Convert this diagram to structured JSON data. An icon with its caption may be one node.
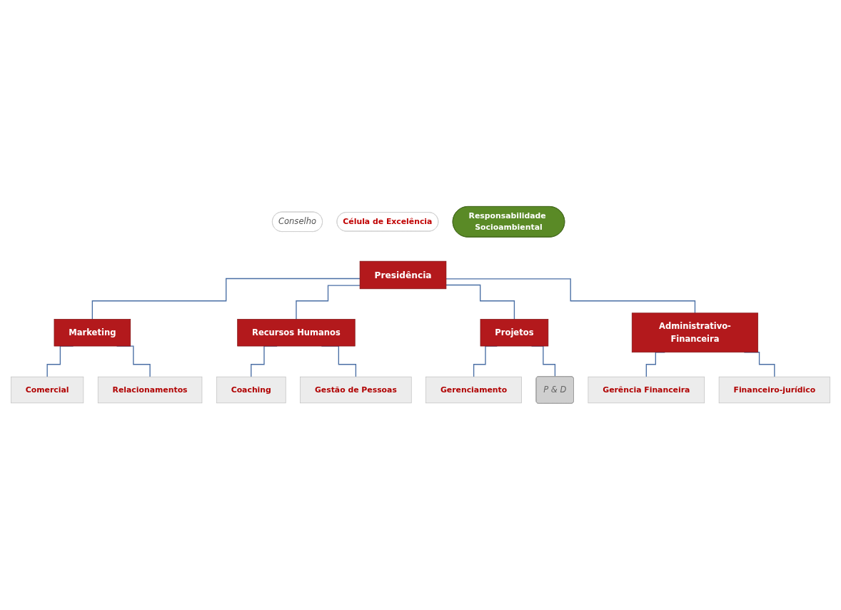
{
  "diagram": {
    "nodes": [
      {
        "text": [
          "Conselho"
        ]
      },
      {
        "text": [
          "Presidência"
        ]
      },
      {
        "text": [
          "Célula de Excelência"
        ]
      },
      {
        "text": [
          "Responsabilidade Socioambiental"
        ]
      },
      {
        "text": [
          "Marketing"
        ]
      },
      {
        "text": [
          "Recursos Humanos"
        ]
      },
      {
        "text": [
          "Projetos"
        ]
      },
      {
        "text": [
          "Administrativo-Financeira"
        ]
      },
      {
        "text": [
          "Comercial"
        ]
      },
      {
        "text": [
          "Relacionamentos"
        ]
      },
      {
        "text": [
          "Coaching"
        ]
      },
      {
        "text": [
          "Gestão de Pessoas"
        ]
      },
      {
        "text": [
          "Gerenciamento"
        ]
      },
      {
        "text": [
          "P & D"
        ]
      },
      {
        "text": [
          "Gerência Financeira"
        ]
      },
      {
        "text": [
          "Financeiro-jurídico"
        ]
      }
    ],
    "edges": [
      {
        "from": 1,
        "to": 4,
        "arrow": "none"
      },
      {
        "from": 1,
        "to": 5,
        "arrow": "none"
      },
      {
        "from": 1,
        "to": 6,
        "arrow": "none"
      },
      {
        "from": 1,
        "to": 7,
        "arrow": "none"
      },
      {
        "from": 4,
        "to": 8,
        "arrow": "none"
      },
      {
        "from": 4,
        "to": 9,
        "arrow": "none"
      },
      {
        "from": 5,
        "to": 10,
        "arrow": "none"
      },
      {
        "from": 5,
        "to": 11,
        "arrow": "none"
      },
      {
        "from": 6,
        "to": 12,
        "arrow": "none"
      },
      {
        "from": 6,
        "to": 13,
        "arrow": "none"
      },
      {
        "from": 7,
        "to": 14,
        "arrow": "none"
      },
      {
        "from": 7,
        "to": 15,
        "arrow": "none"
      }
    ]
  }
}
